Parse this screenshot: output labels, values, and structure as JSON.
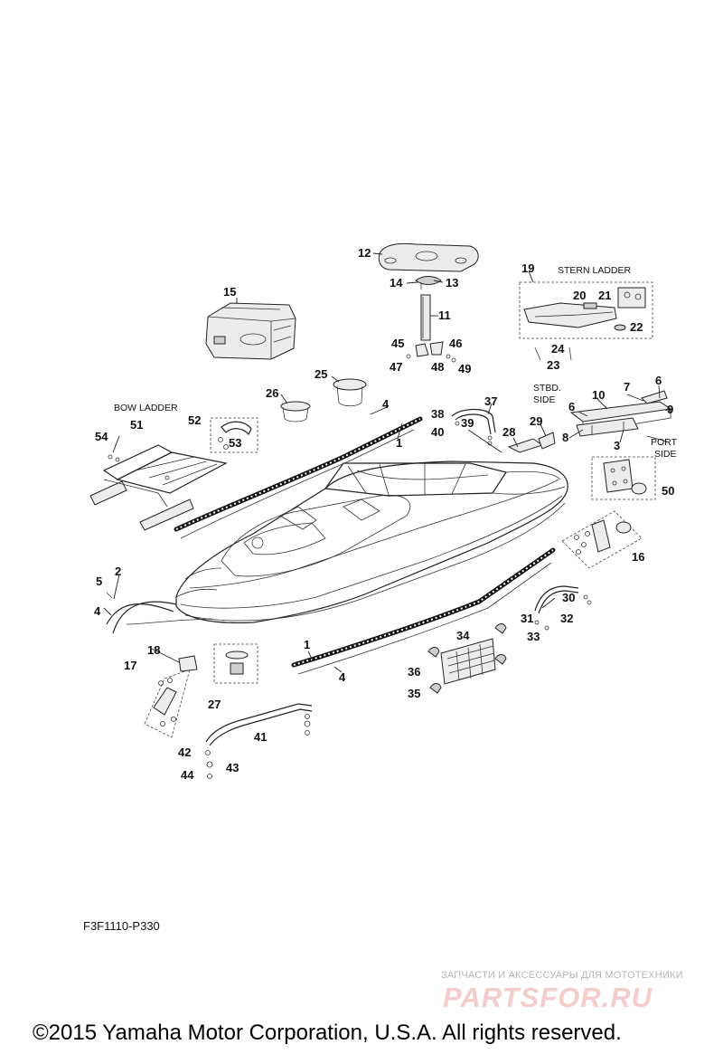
{
  "diagram": {
    "code": "F3F1110-P330",
    "copyright": "©2015 Yamaha Motor Corporation, U.S.A. All rights reserved.",
    "watermark_text": "ЗАПЧАСТИ И АКСЕССУАРЫ ДЛЯ МОТОТЕХНИКИ",
    "watermark_logo": "PARTSFOR.RU",
    "captions": {
      "stern_ladder": "STERN LADDER",
      "bow_ladder": "BOW LADDER",
      "stbd_side_1": "STBD.",
      "stbd_side_2": "SIDE",
      "port_side_1": "PORT",
      "port_side_2": "SIDE"
    },
    "callouts": [
      "1",
      "1",
      "2",
      "3",
      "4",
      "4",
      "4",
      "5",
      "6",
      "6",
      "7",
      "8",
      "9",
      "10",
      "11",
      "12",
      "13",
      "14",
      "15",
      "16",
      "17",
      "18",
      "19",
      "20",
      "21",
      "22",
      "23",
      "24",
      "25",
      "26",
      "27",
      "28",
      "29",
      "30",
      "31",
      "32",
      "33",
      "34",
      "35",
      "36",
      "37",
      "38",
      "39",
      "40",
      "41",
      "42",
      "43",
      "44",
      "45",
      "46",
      "47",
      "48",
      "49",
      "50",
      "51",
      "52",
      "53",
      "54"
    ]
  }
}
